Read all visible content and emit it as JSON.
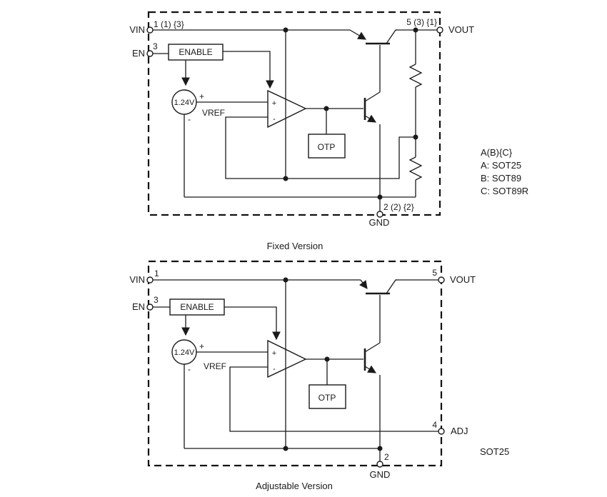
{
  "fixed": {
    "caption": "Fixed Version",
    "vin_label": "VIN",
    "vin_pin": "1 (1) {3}",
    "en_label": "EN",
    "en_pin": "3",
    "vout_label": "VOUT",
    "vout_pin": "5 (3) {1}",
    "gnd_label": "GND",
    "gnd_pin": "2 (2) {2}",
    "enable_label": "ENABLE",
    "otp_label": "OTP",
    "vref_value": "1.24V",
    "vref_label": "VREF",
    "vref_plus": "+",
    "vref_minus": "-",
    "amp_plus": "+",
    "amp_minus": "-"
  },
  "adjustable": {
    "caption": "Adjustable Version",
    "vin_label": "VIN",
    "vin_pin": "1",
    "en_label": "EN",
    "en_pin": "3",
    "vout_label": "VOUT",
    "vout_pin": "5",
    "adj_label": "ADJ",
    "adj_pin": "4",
    "gnd_label": "GND",
    "gnd_pin": "2",
    "enable_label": "ENABLE",
    "otp_label": "OTP",
    "vref_value": "1.24V",
    "vref_label": "VREF",
    "vref_plus": "+",
    "vref_minus": "-",
    "amp_plus": "+",
    "amp_minus": "-"
  },
  "annotations": {
    "legend_title": "A(B){C}",
    "legend_a": "A: SOT25",
    "legend_b": "B: SOT89",
    "legend_c": "C: SOT89R",
    "package_adjustable": "SOT25"
  },
  "colors": {
    "line": "#1a1a1a",
    "background": "#ffffff"
  }
}
